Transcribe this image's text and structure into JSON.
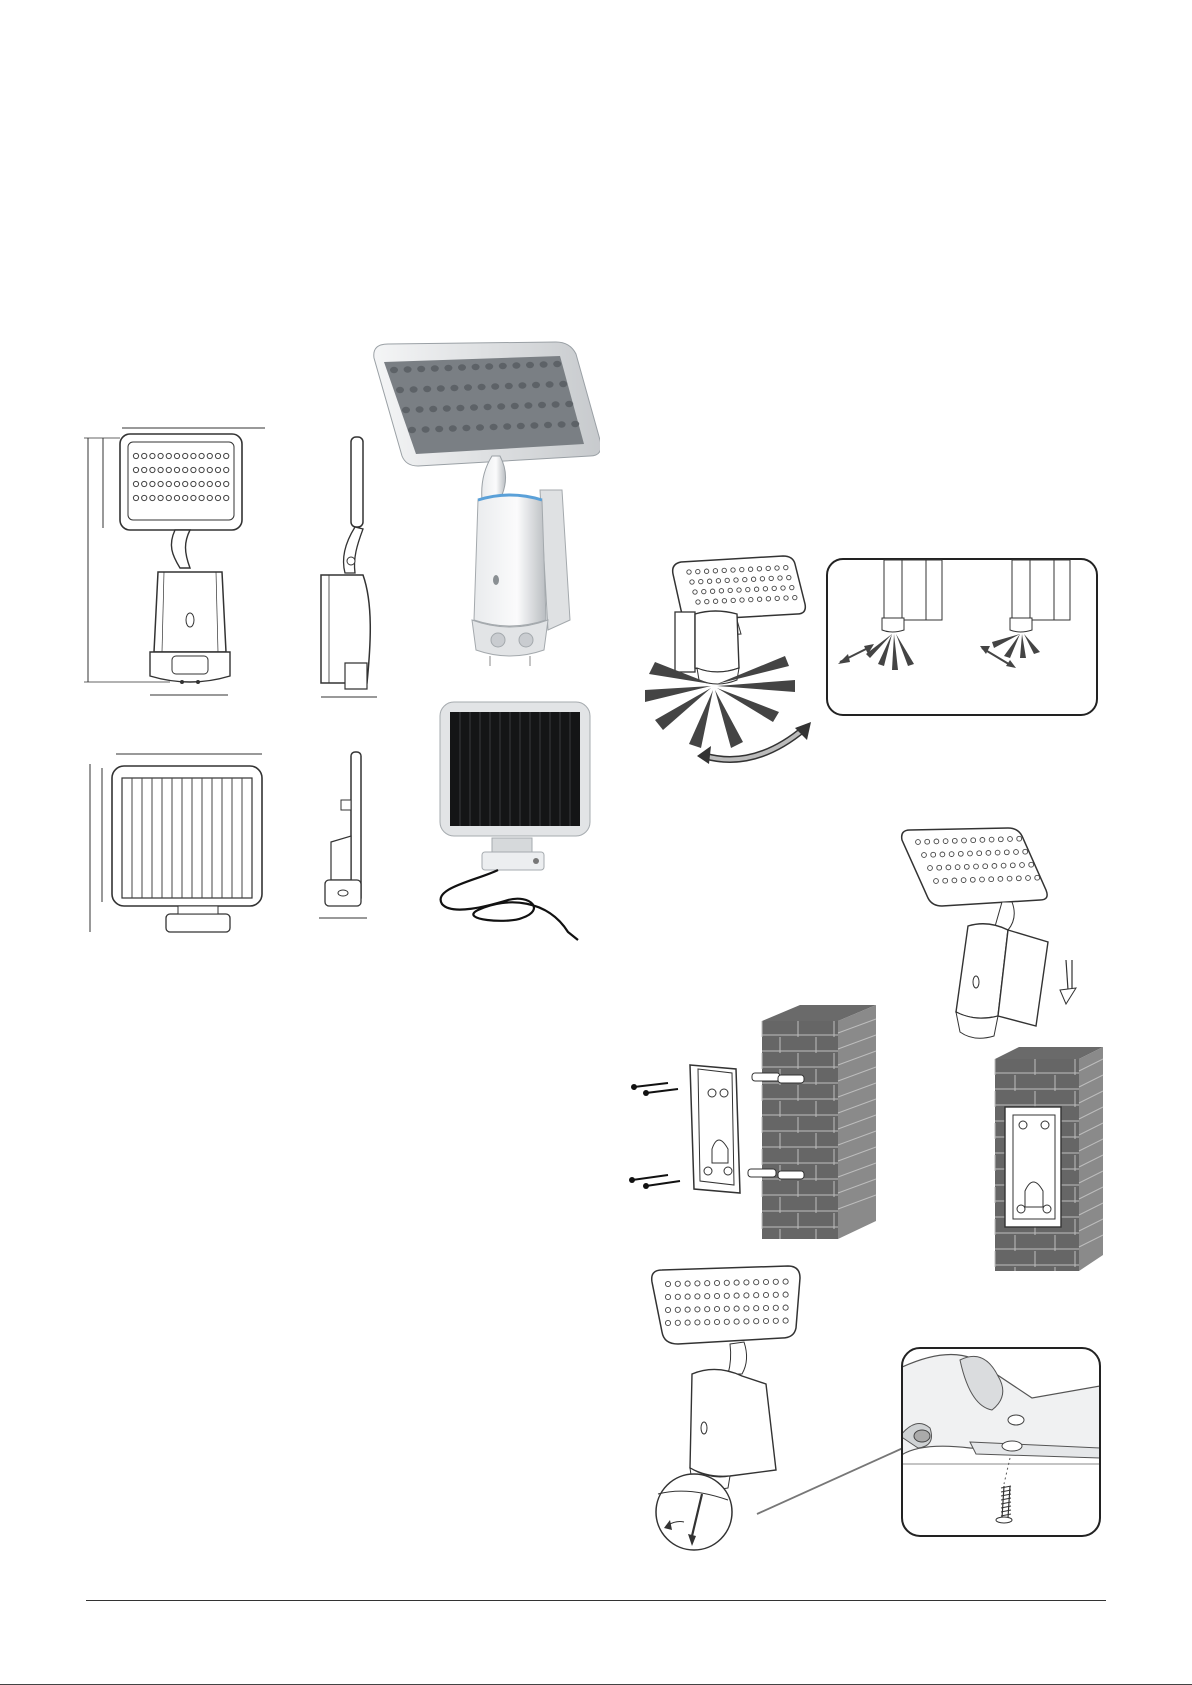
{
  "page": {
    "background": "#ffffff",
    "line_color": "#333333",
    "panel_color": "#d9dcdf",
    "cell_color": "#6a6f74",
    "led_ring_color": "#5aa0d8"
  },
  "figures": {
    "dimension_front": "led-floodlight-front-dimension-drawing",
    "dimension_side": "led-floodlight-side-dimension-drawing",
    "photo_light": "led-floodlight-product-render",
    "dimension_panel_front": "solar-panel-front-dimension-drawing",
    "dimension_panel_side": "solar-panel-side-dimension-drawing",
    "photo_panel": "solar-panel-product-render",
    "sensor_coverage": "motion-sensor-coverage-diagram",
    "sensor_detail": "sensor-angle-detail-panel",
    "wall_mount": "bracket-wall-mounting-diagram",
    "light_attach": "light-slides-onto-bracket-diagram",
    "secure_screw": "securing-screw-installation-diagram"
  }
}
